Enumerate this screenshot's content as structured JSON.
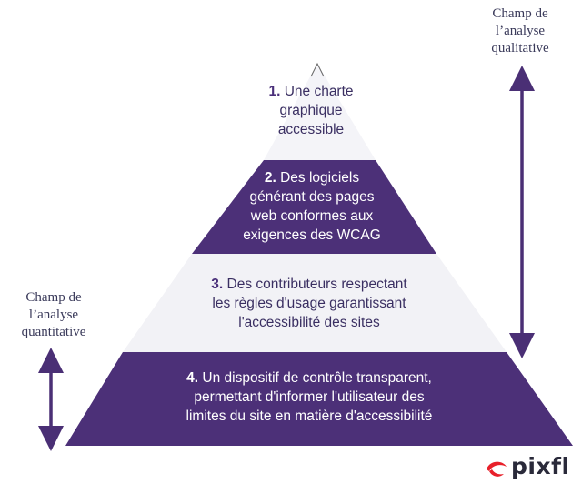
{
  "side_labels": {
    "qualitative": [
      "Champ de",
      "l’analyse",
      "qualitative"
    ],
    "quantitative": [
      "Champ de",
      "l’analyse",
      "quantitative"
    ]
  },
  "levels": [
    {
      "number": "1.",
      "lines": [
        "Une charte",
        "graphique",
        "accessible"
      ]
    },
    {
      "number": "2.",
      "lines": [
        "Des logiciels",
        "générant des pages",
        "web conformes aux",
        "exigences des WCAG"
      ]
    },
    {
      "number": "3.",
      "lines": [
        "Des contributeurs respectant",
        "les règles d'usage garantissant",
        "l'accessibilité des sites"
      ]
    },
    {
      "number": "4.",
      "lines": [
        "Un dispositif de contrôle transparent,",
        "permettant d'informer l'utilisateur des",
        "limites du site en matière d'accessibilité"
      ]
    }
  ],
  "brand": {
    "name": "pixfl"
  },
  "colors": {
    "dark_band": "#4c3078",
    "light_band": "#f2f2f6",
    "arrow": "#4a2f75",
    "outline": "#555555"
  }
}
